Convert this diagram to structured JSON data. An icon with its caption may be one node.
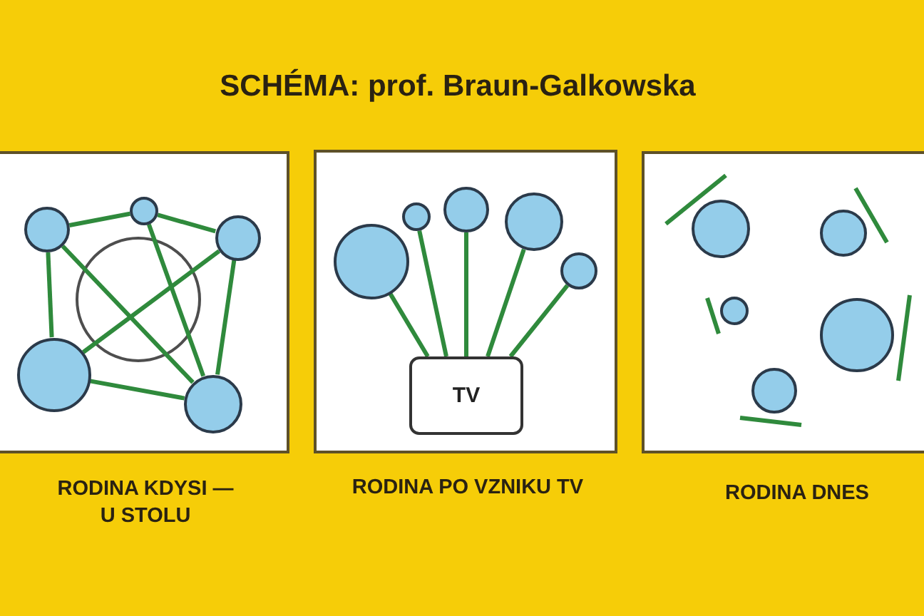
{
  "diagram": {
    "title": "SCHÉMA: prof. Braun-Galkowska",
    "nodes": [
      {
        "text": [],
        "shape": "box",
        "beside": [
          "RODINA KDYSI — U STOLU"
        ]
      },
      {
        "text": [],
        "shape": "circle",
        "in": 0
      },
      {
        "text": [],
        "shape": "circle",
        "in": 0
      },
      {
        "text": [],
        "shape": "circle",
        "in": 0
      },
      {
        "text": [],
        "shape": "circle",
        "in": 0
      },
      {
        "text": [],
        "shape": "circle",
        "in": 0
      },
      {
        "text": [],
        "shape": "box",
        "beside": [
          "RODINA PO VZNIKU TV"
        ]
      },
      {
        "text": [],
        "shape": "circle",
        "in": 6
      },
      {
        "text": [],
        "shape": "circle",
        "in": 6
      },
      {
        "text": [],
        "shape": "circle",
        "in": 6
      },
      {
        "text": [],
        "shape": "circle",
        "in": 6
      },
      {
        "text": [],
        "shape": "circle",
        "in": 6
      },
      {
        "text": [
          "TV"
        ],
        "in": 6
      },
      {
        "text": [],
        "shape": "box",
        "beside": [
          "RODINA DNES"
        ]
      },
      {
        "text": [],
        "shape": "circle",
        "in": 13
      },
      {
        "text": [],
        "shape": "circle",
        "in": 13
      },
      {
        "text": [],
        "shape": "circle",
        "in": 13
      },
      {
        "text": [],
        "shape": "circle",
        "in": 13
      },
      {
        "text": [],
        "shape": "circle",
        "in": 13
      }
    ],
    "edges": [
      {
        "from": 1,
        "to": 2,
        "arrow": "none"
      },
      {
        "from": 2,
        "to": 3,
        "arrow": "none"
      },
      {
        "from": 1,
        "to": 4,
        "arrow": "none"
      },
      {
        "from": 1,
        "to": 5,
        "arrow": "none"
      },
      {
        "from": 2,
        "to": 5,
        "arrow": "none"
      },
      {
        "from": 3,
        "to": 4,
        "arrow": "none"
      },
      {
        "from": 3,
        "to": 5,
        "arrow": "none"
      },
      {
        "from": 4,
        "to": 5,
        "arrow": "none"
      },
      {
        "from": 7,
        "to": 12,
        "arrow": "none"
      },
      {
        "from": 8,
        "to": 12,
        "arrow": "none"
      },
      {
        "from": 9,
        "to": 12,
        "arrow": "none"
      },
      {
        "from": 10,
        "to": 12,
        "arrow": "none"
      },
      {
        "from": 11,
        "to": 12,
        "arrow": "none"
      }
    ]
  }
}
